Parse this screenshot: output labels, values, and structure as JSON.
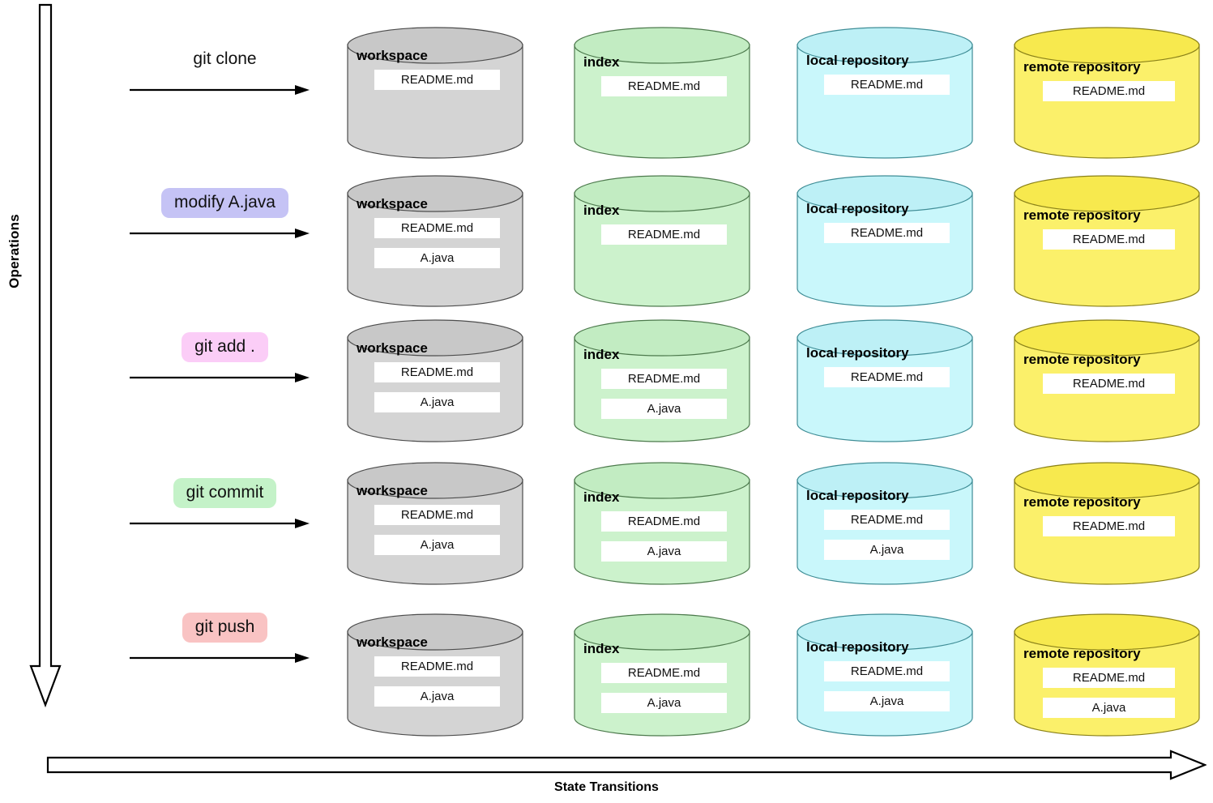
{
  "axes": {
    "vertical_label": "Operations",
    "horizontal_label": "State Transitions"
  },
  "columns": [
    {
      "key": "workspace",
      "title": "workspace",
      "fill": "#d4d4d4",
      "top_fill": "#c8c8c8",
      "stroke": "#4d4d4d"
    },
    {
      "key": "index",
      "title": "index",
      "fill": "#ccf2cc",
      "top_fill": "#c2ecc2",
      "stroke": "#4d7a4d"
    },
    {
      "key": "local",
      "title": "local repository",
      "fill": "#c9f7fb",
      "top_fill": "#bdf0f6",
      "stroke": "#3f8d96"
    },
    {
      "key": "remote",
      "title": "remote repository",
      "fill": "#fbf06a",
      "top_fill": "#f7e94e",
      "stroke": "#8a8118"
    }
  ],
  "files": {
    "readme": "README.md",
    "ajava": "A.java"
  },
  "rows": [
    {
      "operation": "git clone",
      "badge_color": "transparent",
      "has_badge": false,
      "cells": {
        "workspace": [
          "README.md"
        ],
        "index": [
          "README.md"
        ],
        "local": [
          "README.md"
        ],
        "remote": [
          "README.md"
        ]
      }
    },
    {
      "operation": "modify A.java",
      "badge_color": "#c5c3f5",
      "has_badge": true,
      "cells": {
        "workspace": [
          "README.md",
          "A.java"
        ],
        "index": [
          "README.md"
        ],
        "local": [
          "README.md"
        ],
        "remote": [
          "README.md"
        ]
      }
    },
    {
      "operation": "git add .",
      "badge_color": "#fbcdf7",
      "has_badge": true,
      "cells": {
        "workspace": [
          "README.md",
          "A.java"
        ],
        "index": [
          "README.md",
          "A.java"
        ],
        "local": [
          "README.md"
        ],
        "remote": [
          "README.md"
        ]
      }
    },
    {
      "operation": "git commit",
      "badge_color": "#c4f2c8",
      "has_badge": true,
      "cells": {
        "workspace": [
          "README.md",
          "A.java"
        ],
        "index": [
          "README.md",
          "A.java"
        ],
        "local": [
          "README.md",
          "A.java"
        ],
        "remote": [
          "README.md"
        ]
      }
    },
    {
      "operation": "git push",
      "badge_color": "#f9c3c3",
      "has_badge": true,
      "cells": {
        "workspace": [
          "README.md",
          "A.java"
        ],
        "index": [
          "README.md",
          "A.java"
        ],
        "local": [
          "README.md",
          "A.java"
        ],
        "remote": [
          "README.md",
          "A.java"
        ]
      }
    }
  ],
  "layout": {
    "column_x": [
      428,
      708,
      983,
      1251
    ],
    "column_w": [
      218,
      218,
      218,
      230
    ],
    "row_cyl_y": [
      33,
      216,
      394,
      570,
      757
    ],
    "row_cyl_h": [
      163,
      163,
      152,
      152,
      152
    ],
    "column_title_dy": [
      26,
      34,
      32,
      40
    ],
    "row_op_y": [
      55,
      232,
      410,
      590,
      756
    ]
  }
}
